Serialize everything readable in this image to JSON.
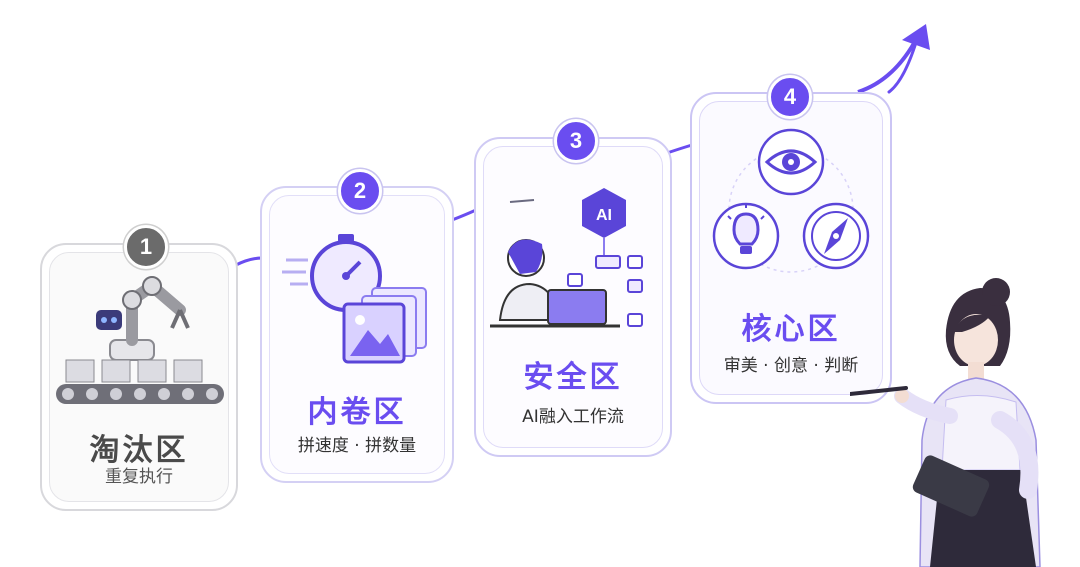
{
  "steps": [
    {
      "number": "1",
      "title": "淘汰区",
      "subtitle": "重复执行"
    },
    {
      "number": "2",
      "title": "内卷区",
      "subtitle": "拼速度 · 拼数量"
    },
    {
      "number": "3",
      "title": "安全区",
      "subtitle": "AI融入工作流"
    },
    {
      "number": "4",
      "title": "核心区",
      "subtitle": "审美 · 创意 · 判断"
    }
  ],
  "illustrations": {
    "step1": "robot-arm-conveyor-icon",
    "step2": "stopwatch-stacked-images-icon",
    "step3": "person-laptop-ai-flow-icon",
    "ai_chip_label": "AI",
    "step4": [
      "eye-icon",
      "lightbulb-icon",
      "compass-icon"
    ]
  },
  "colors": {
    "accent": "#6a4df0",
    "inactive": "#6b6b6b",
    "card_border": "#cbc5f4"
  }
}
